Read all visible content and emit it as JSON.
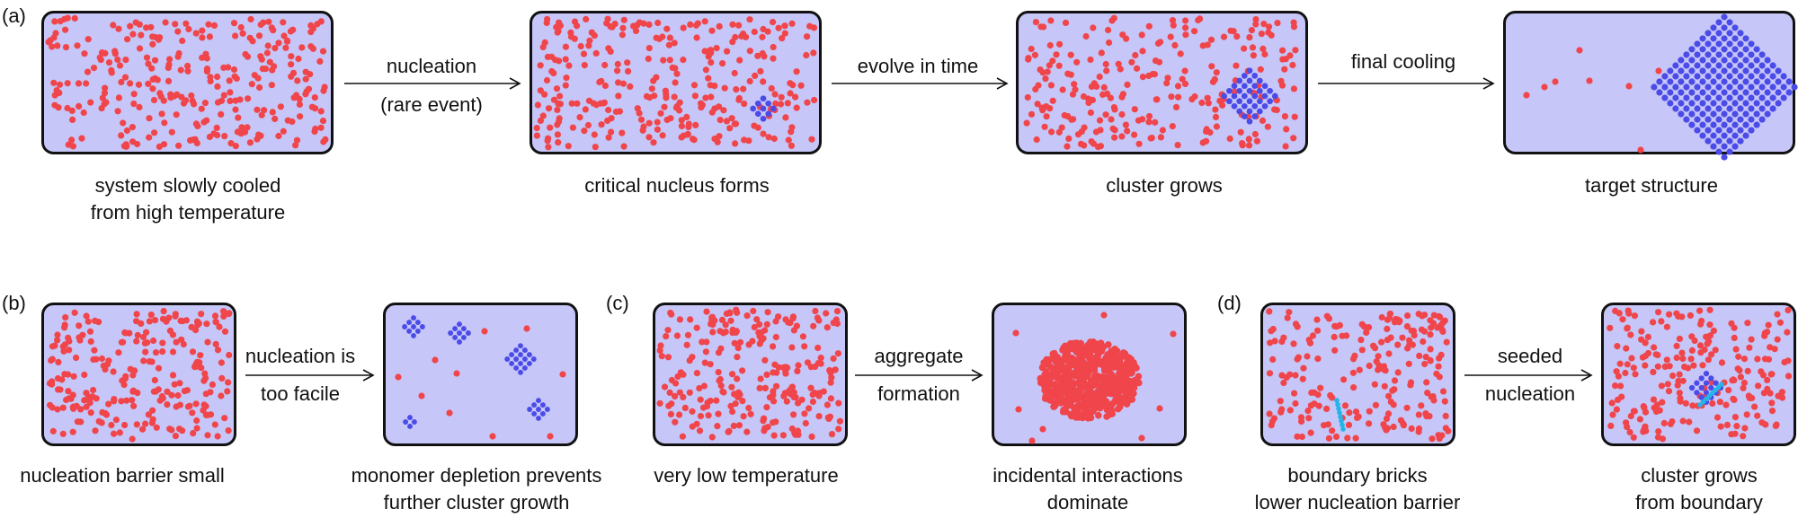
{
  "colors": {
    "box_fill": "#c6c6f8",
    "box_stroke": "#111111",
    "monomer": "#f0454a",
    "cluster": "#4b4be8",
    "boundary": "#25b4e8",
    "arrow": "#111111"
  },
  "panel_labels": {
    "a": "(a)",
    "b": "(b)",
    "c": "(c)",
    "d": "(d)"
  },
  "row_a": {
    "captions": [
      [
        "system slowly cooled",
        "from high temperature"
      ],
      [
        "critical nucleus forms"
      ],
      [
        "cluster grows"
      ],
      [
        "target structure"
      ]
    ],
    "arrows": [
      [
        "nucleation",
        "(rare event)"
      ],
      [
        "evolve in time"
      ],
      [
        "final cooling"
      ]
    ]
  },
  "row_b": {
    "captions": [
      [
        "nucleation barrier small"
      ],
      [
        "monomer depletion prevents",
        "further cluster growth"
      ]
    ],
    "arrow": [
      "nucleation is",
      "too facile"
    ]
  },
  "row_c": {
    "captions": [
      [
        "very low temperature"
      ],
      [
        "incidental interactions",
        "dominate"
      ]
    ],
    "arrow": [
      "aggregate",
      "formation"
    ]
  },
  "row_d": {
    "captions": [
      [
        "boundary bricks",
        "lower nucleation barrier"
      ],
      [
        "cluster grows",
        "from boundary"
      ]
    ],
    "arrow": [
      "seeded",
      "nucleation"
    ]
  }
}
